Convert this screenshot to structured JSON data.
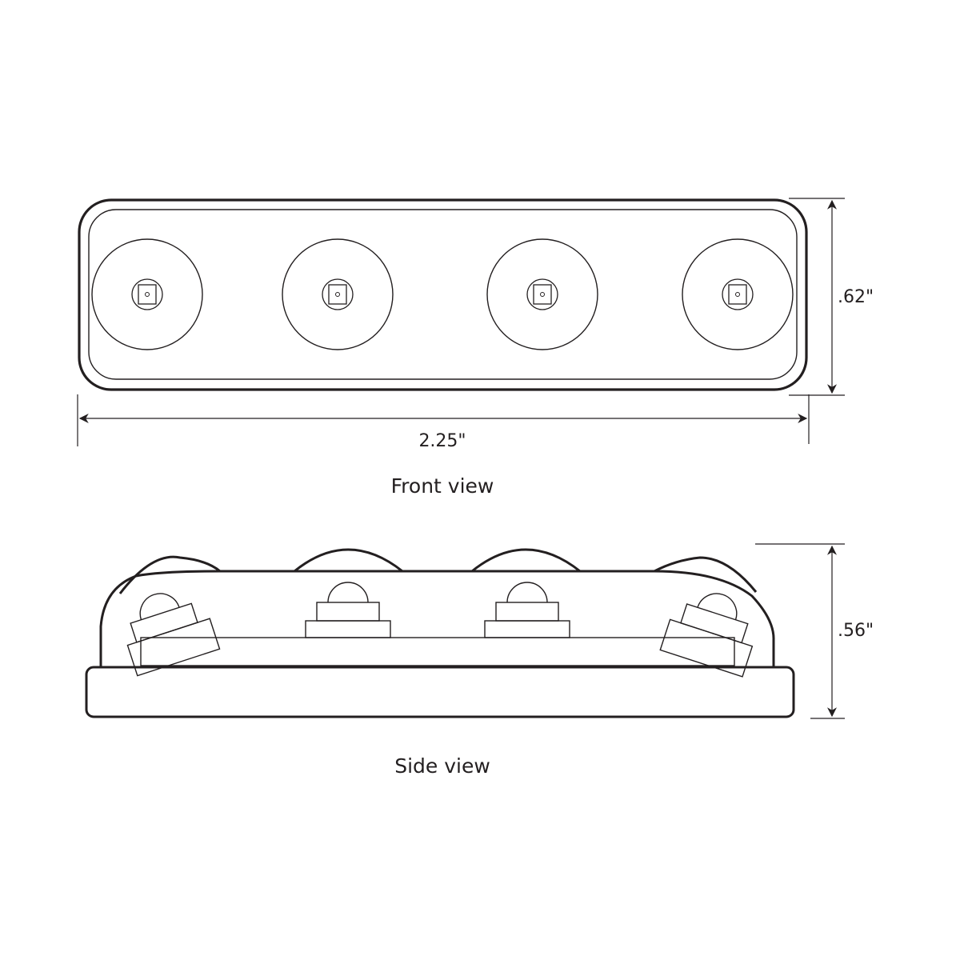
{
  "front_view": {
    "caption": "Front view",
    "led_count": 4,
    "width_dimension": "2.25\"",
    "height_dimension": ".62\""
  },
  "side_view": {
    "caption": "Side view",
    "height_dimension": ".56\""
  },
  "colors": {
    "line": "#231f20",
    "dimension_line": "#555555",
    "background": "#ffffff"
  }
}
